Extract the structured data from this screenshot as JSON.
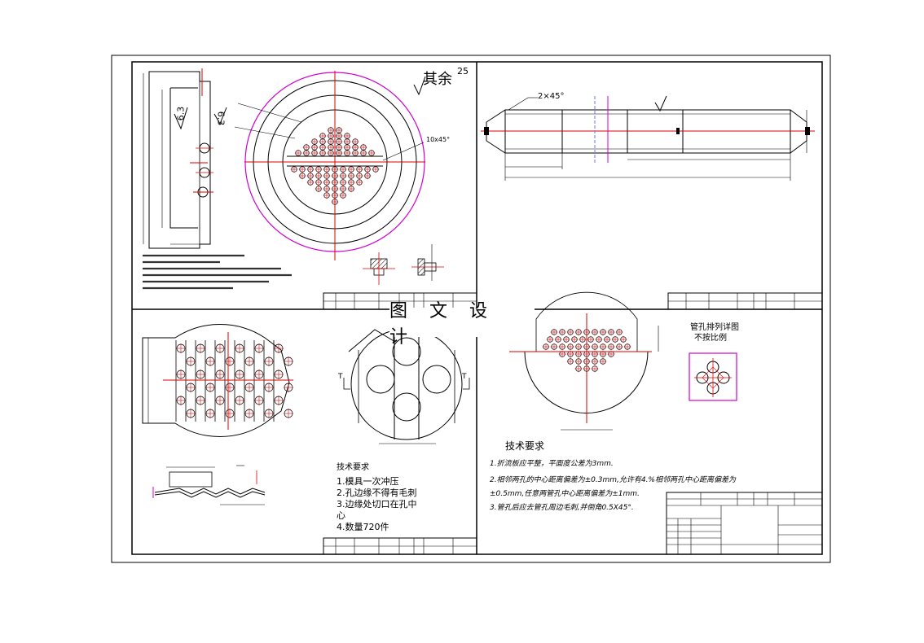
{
  "watermark": "图 文 设 计",
  "sheet1": {
    "surface_finish_label": "其余",
    "surface_finish_value": "25",
    "roughness_a": "6.3",
    "roughness_b": "6.3",
    "chamfer_note": "10x45°"
  },
  "sheet2": {
    "chamfer_note": "2×45°"
  },
  "sheet4": {
    "detail_title": "管孔排列详图",
    "detail_subtitle": "不按比例",
    "tech_title": "技术要求",
    "requirements": [
      "1.折流板应平整，平面度公差为3mm.",
      "2.相邻两孔的中心距离偏差为±0.3mm,允许有4.%相邻两孔中心距离偏差为",
      "±0.5mm,任意两管孔中心距离偏差为±1mm.",
      "3.管孔后应去管孔周边毛刺,并倒角0.5X45°."
    ]
  },
  "sheet3": {
    "tech_title": "技术要求",
    "requirements": [
      "1.模具一次冲压",
      "2.孔边缘不得有毛刺",
      "3.边缘处切口在孔中",
      "心",
      "4.数量720件"
    ],
    "section_mark": "T"
  }
}
